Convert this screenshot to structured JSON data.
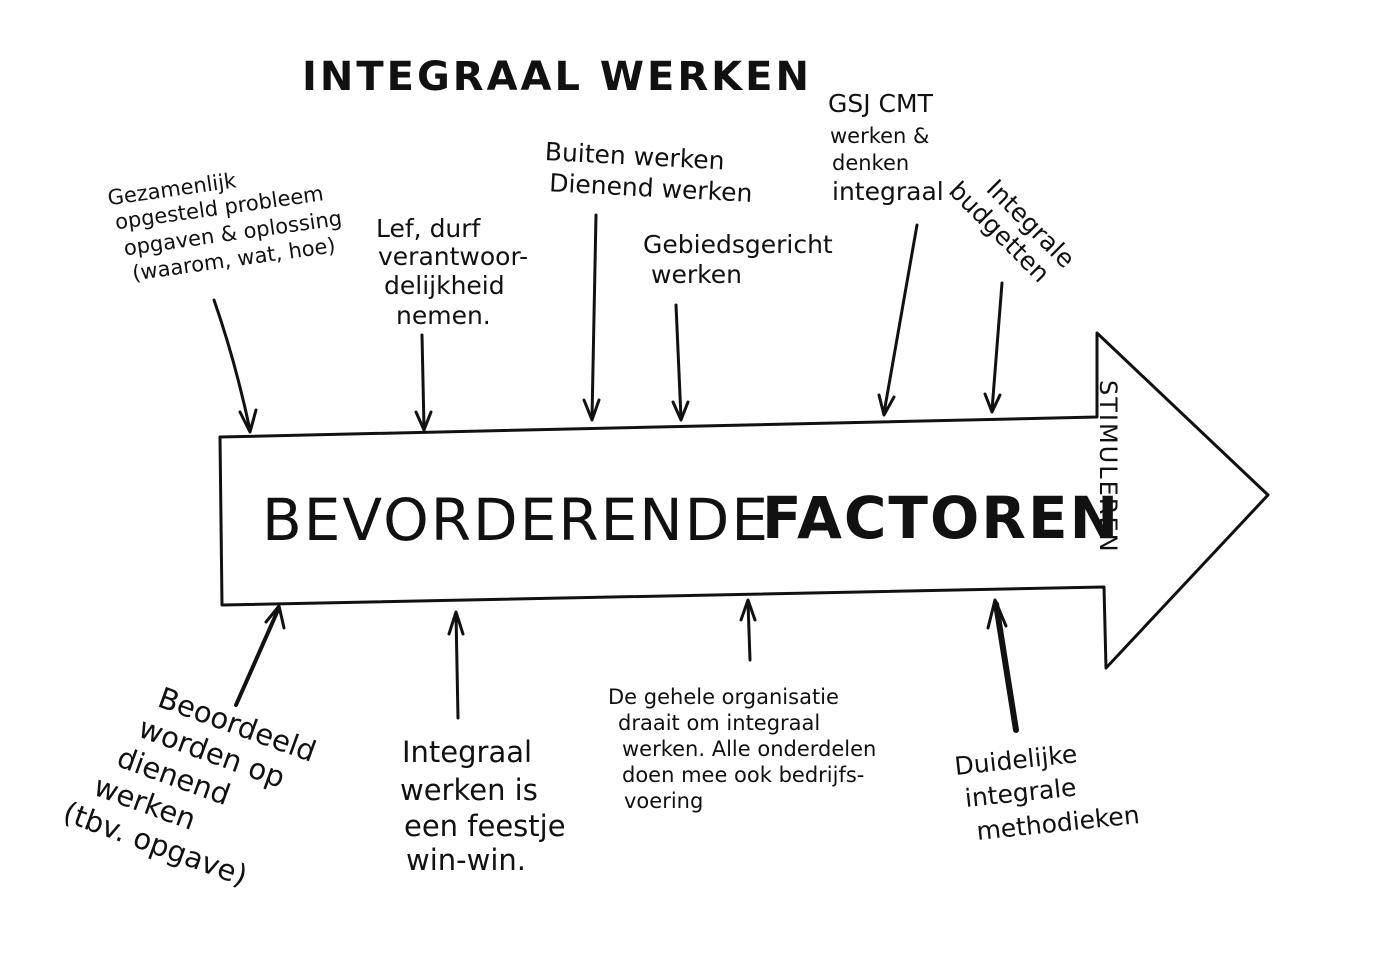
{
  "title": "INTEGRAAL WERKEN",
  "arrow": {
    "label_part1": "BEVORDERENDE",
    "label_part2": "FACTOREN",
    "tip_label": "STIMULEREN"
  },
  "top_factors": [
    {
      "lines": [
        "Gezamenlijk",
        "opgesteld probleem",
        "opgaven & oplossing",
        "(waarom, wat, hoe)"
      ]
    },
    {
      "lines": [
        "Lef, durf",
        "verantwoor-",
        "delijkheid",
        "nemen."
      ]
    },
    {
      "lines": [
        "Buiten werken",
        "Dienend werken"
      ]
    },
    {
      "lines": [
        "Gebiedsgericht",
        "werken"
      ]
    },
    {
      "lines": [
        "GSJ CMT",
        "werken &",
        "denken",
        "integraal"
      ]
    },
    {
      "lines": [
        "Integrale",
        "budgetten"
      ]
    }
  ],
  "bottom_factors": [
    {
      "lines": [
        "Beoordeeld",
        "worden op",
        "dienend",
        "werken",
        "(tbv. opgave)"
      ]
    },
    {
      "lines": [
        "Integraal",
        "werken is",
        "een feestje",
        "win-win."
      ]
    },
    {
      "lines": [
        "De gehele organisatie",
        "draait om integraal",
        "werken. Alle onderdelen",
        "doen mee ook bedrijfs-",
        "voering"
      ]
    },
    {
      "lines": [
        "Duidelijke",
        "integrale",
        "methodieken"
      ]
    }
  ]
}
